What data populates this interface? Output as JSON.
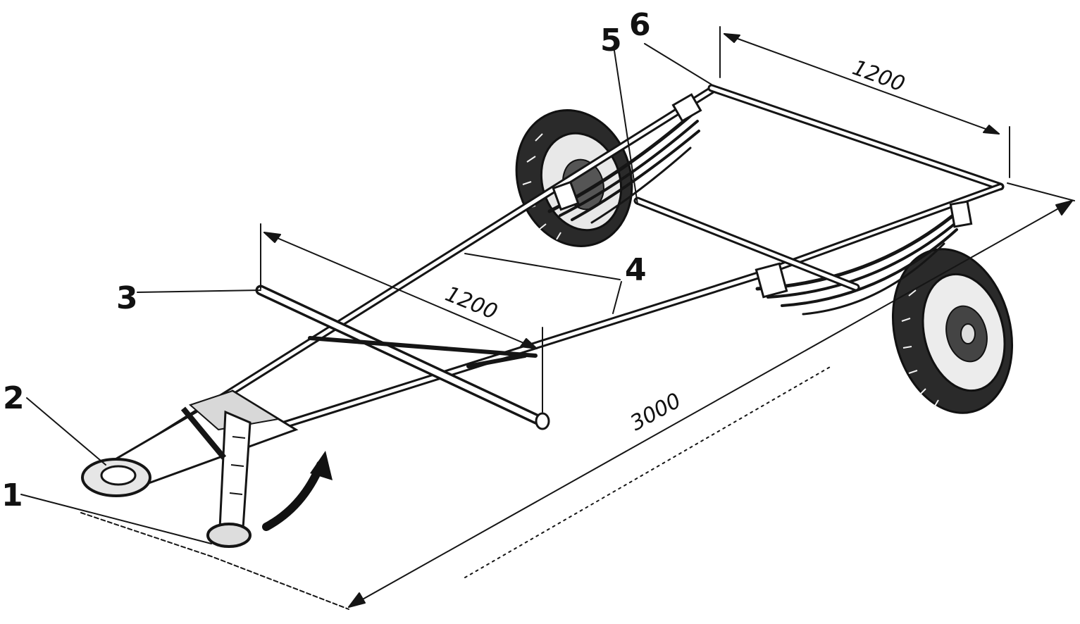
{
  "diagram": {
    "part_numbers": {
      "p1": "1",
      "p2": "2",
      "p3": "3",
      "p4": "4",
      "p5": "5",
      "p6": "6"
    },
    "dimensions": {
      "front_beam_width": "1200",
      "rear_frame_width": "1200",
      "overall_length": "3000"
    },
    "ink_color": "#151515"
  }
}
